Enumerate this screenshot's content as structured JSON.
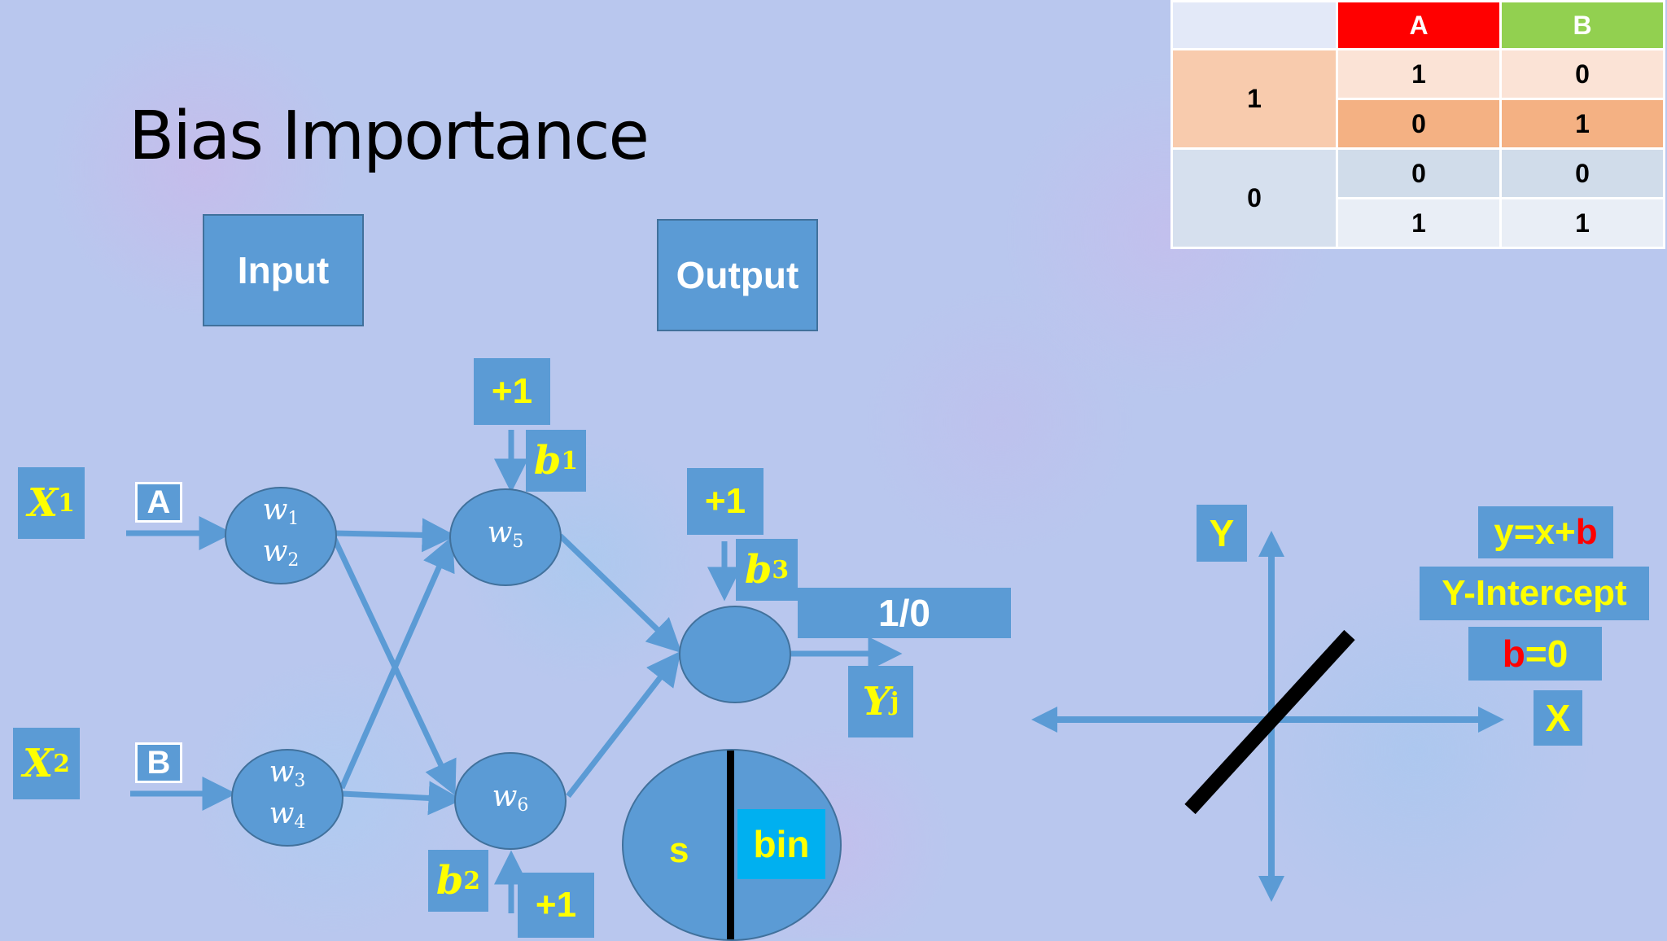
{
  "title": "Bias Importance",
  "labels": {
    "input": "Input",
    "output": "Output",
    "x1_var": "X",
    "x1_sub": "1",
    "x2_var": "X",
    "x2_sub": "2",
    "input_a": "A",
    "input_b": "B",
    "bias_plus1_top": "+1",
    "bias_plus1_mid": "+1",
    "bias_plus1_bottom": "+1",
    "b1_var": "b",
    "b1_sub": "1",
    "b2_var": "b",
    "b2_sub": "2",
    "b3_var": "b",
    "b3_sub": "3",
    "output_value": "1/0",
    "yj_var": "Y",
    "yj_sub": "j",
    "sigmoid_s": "s",
    "sigmoid_bin": "bin"
  },
  "nodes": {
    "n1_top_var": "w",
    "n1_top_sub": "1",
    "n1_bot_var": "w",
    "n1_bot_sub": "2",
    "n2_top_var": "w",
    "n2_top_sub": "3",
    "n2_bot_var": "w",
    "n2_bot_sub": "4",
    "n5_var": "w",
    "n5_sub": "5",
    "n6_var": "w",
    "n6_sub": "6"
  },
  "graph": {
    "y_axis": "Y",
    "x_axis": "X",
    "equation_prefix": "y=x+",
    "equation_b": "b",
    "intercept_label": "Y-Intercept",
    "b_zero_b": "b",
    "b_zero_rest": "=0"
  },
  "truth_table": {
    "headers": [
      "",
      "A",
      "B"
    ],
    "groups": [
      {
        "label": "1",
        "rows": [
          [
            "1",
            "0"
          ],
          [
            "0",
            "1"
          ]
        ]
      },
      {
        "label": "0",
        "rows": [
          [
            "0",
            "0"
          ],
          [
            "1",
            "1"
          ]
        ]
      }
    ]
  },
  "colors": {
    "node_blue": "#5b9bd5",
    "label_yellow": "#ffff00",
    "header_a": "#ff0000",
    "header_b": "#92d050",
    "bias_red": "#ff0000",
    "bin_fill": "#00b0f0"
  }
}
